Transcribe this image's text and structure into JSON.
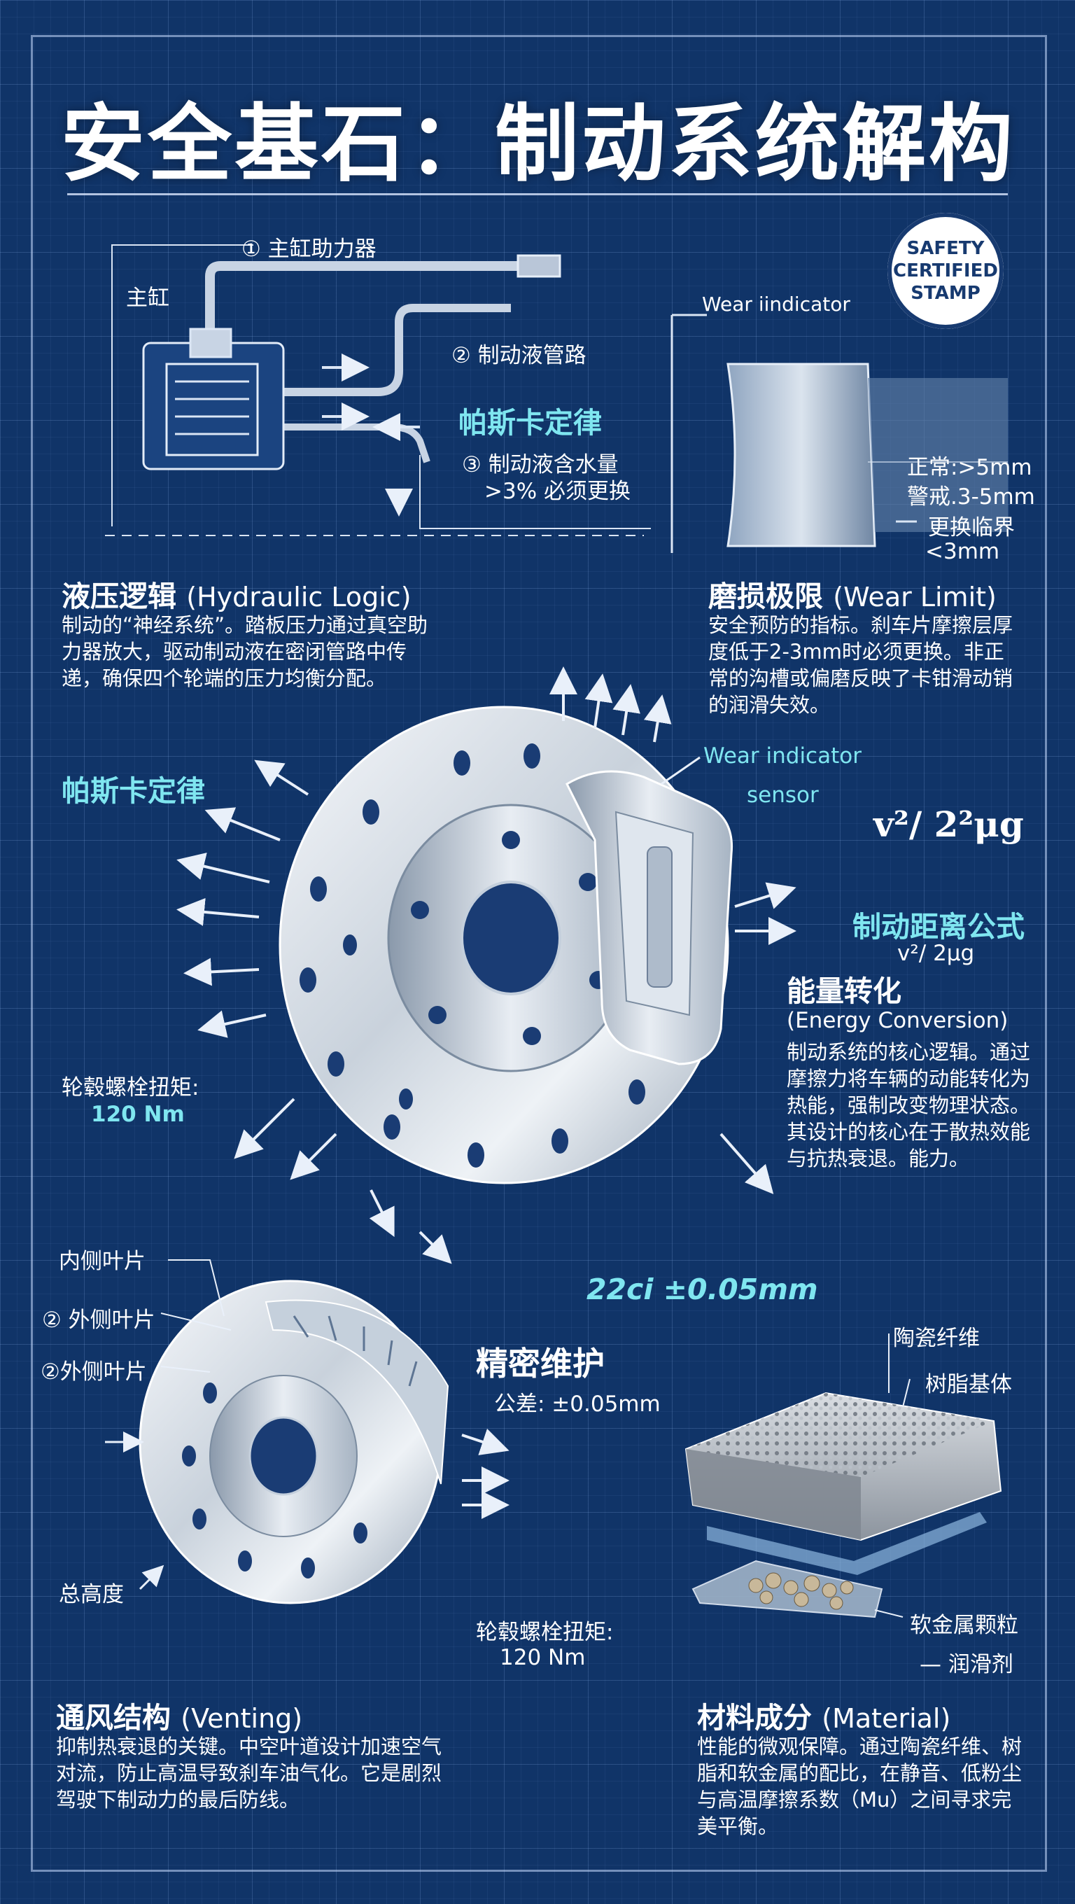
{
  "title": "安全基石：制动系统解构",
  "stamp": [
    "SAFETY",
    "CERTIFIED",
    "STAMP"
  ],
  "hydraulic": {
    "labels": {
      "booster": "① 主缸助力器",
      "master": "主缸",
      "line": "② 制动液管路",
      "pascal": "帕斯卡定律",
      "fluid1": "③ 制动液含水量",
      "fluid2": ">3% 必须更换"
    },
    "title_cn": "液压逻辑",
    "title_en": "(Hydraulic Logic)",
    "body": "制动的“神经系统”。踏板压力通过真空助力器放大，驱动制动液在密闭管路中传递，确保四个轮端的压力均衡分配。"
  },
  "wear": {
    "indicator_label": "Wear iindicator",
    "normal": "正常:>5mm",
    "warning": "警戒.3-5mm",
    "replace1": "更换临界",
    "replace2": "<3mm",
    "title_cn": "磨损极限",
    "title_en": "(Wear Limit)",
    "body": "安全预防的指标。刹车片摩擦层厚度低于2-3mm时必须更换。非正常的沟槽或偏磨反映了卡钳滑动销的润滑失效。"
  },
  "center": {
    "pascal": "帕斯卡定律",
    "sensor1": "Wear indicator",
    "sensor2": "sensor",
    "formula_big": "v²/ 2²μg",
    "formula_title": "制动距离公式",
    "formula_small": "v²/ 2μg",
    "torque_label": "轮毂螺栓扭矩:",
    "torque_value": "120 Nm",
    "tolerance_glitch": "22ci ±0.05mm"
  },
  "energy": {
    "title_cn": "能量转化",
    "title_en": "(Energy Conversion)",
    "body": "制动系统的核心逻辑。通过摩擦力将车辆的动能转化为热能，强制改变物理状态。其设计的核心在于散热效能与抗热衰退。能力。"
  },
  "venting": {
    "inner": "内侧叶片",
    "outer1": "② 外侧叶片",
    "outer2": "②外侧叶片",
    "height": "总高度",
    "title_cn": "通风结构",
    "title_en": "(Venting)",
    "body": "抑制热衰退的关键。中空叶道设计加速空气对流，防止高温导致刹车油气化。它是剧烈驾驶下制动力的最后防线。"
  },
  "maintenance": {
    "title": "精密维护",
    "tolerance": "公差: ±0.05mm",
    "torque_label": "轮毂螺栓扭矩:",
    "torque_value": "120 Nm"
  },
  "material": {
    "ceramic": "陶瓷纤维",
    "resin": "树脂基体",
    "metal": "软金属颗粒",
    "lube": "— 润滑剂",
    "title_cn": "材料成分",
    "title_en": "(Material)",
    "body": "性能的微观保障。通过陶瓷纤维、树脂和软金属的配比，在静音、低粉尘与高温摩擦系数（Mu）之间寻求完美平衡。"
  }
}
